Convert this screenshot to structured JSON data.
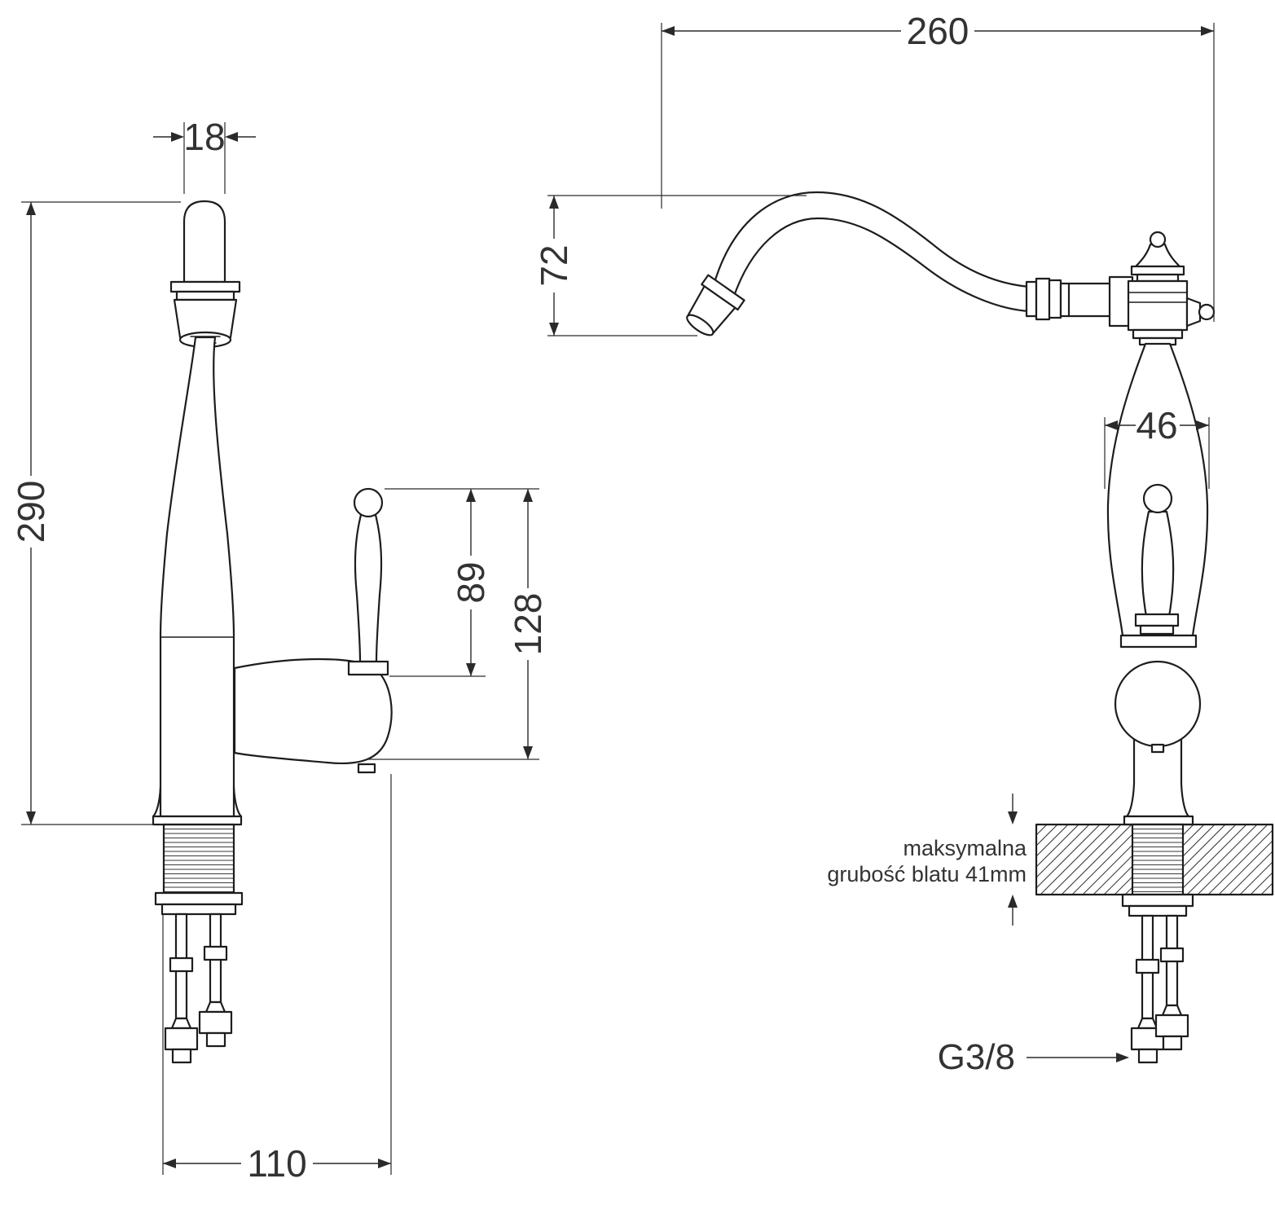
{
  "drawing": {
    "title": "faucet-technical-drawing",
    "labels": {
      "dim_18": "18",
      "dim_290": "290",
      "dim_110": "110",
      "dim_89": "89",
      "dim_128": "128",
      "dim_260": "260",
      "dim_72": "72",
      "dim_46": "46",
      "thread": "G3/8",
      "note_line1": "maksymalna",
      "note_line2": "grubość blatu 41mm"
    },
    "colors": {
      "line": "#1d1d1d",
      "dimension": "#2a2a2a",
      "text": "#333333",
      "background": "#ffffff"
    }
  }
}
